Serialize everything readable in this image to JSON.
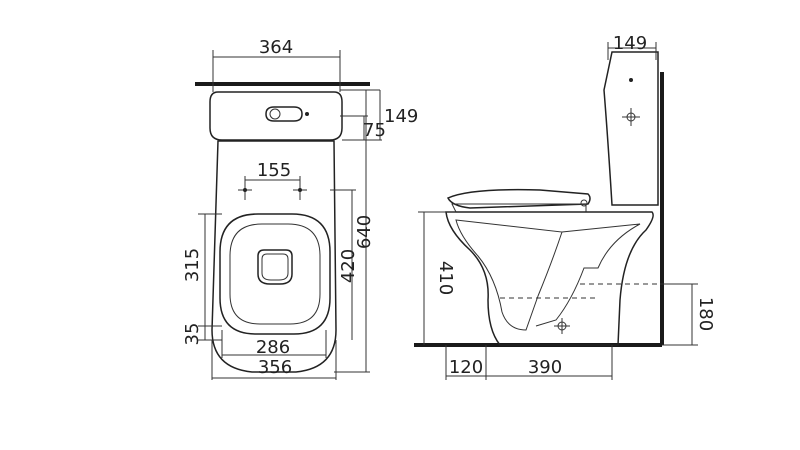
{
  "diagram": {
    "top_view": {
      "tank_width": "364",
      "tank_depth": "149",
      "outlet_height": "75",
      "fixing_spacing": "155",
      "bowl_depth": "315",
      "front_offset": "35",
      "overall_length": "640",
      "seat_length": "420",
      "seat_width": "286",
      "base_width": "356"
    },
    "side_view": {
      "tank_depth": "149",
      "rim_height": "410",
      "outlet_height": "180",
      "front_offset": "120",
      "outlet_distance": "390"
    }
  },
  "colors": {
    "line": "#222222",
    "background": "#ffffff"
  }
}
